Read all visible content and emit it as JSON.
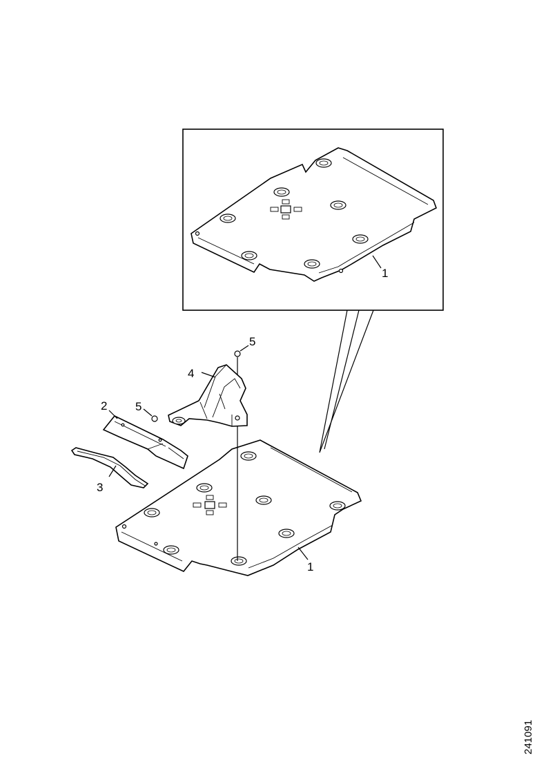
{
  "callouts": {
    "inset_panel_1": "1",
    "panel_1": "1",
    "bracket_2": "2",
    "stiffener_3": "3",
    "mount_4": "4",
    "fastener_5_top": "5",
    "fastener_5_left": "5"
  },
  "image_code": "241091"
}
